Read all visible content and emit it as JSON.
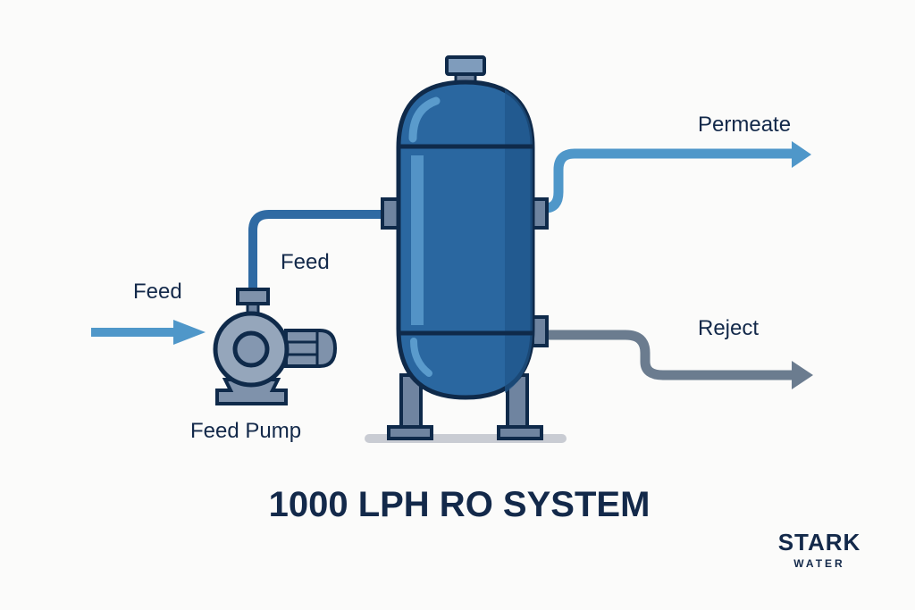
{
  "diagram": {
    "title": "1000 LPH RO SYSTEM",
    "labels": {
      "feed_inlet": "Feed",
      "feed_line": "Feed",
      "pump": "Feed Pump",
      "permeate": "Permeate",
      "reject": "Reject"
    },
    "brand": {
      "name": "STARK",
      "sub": "WATER"
    },
    "colors": {
      "outline": "#0f2a4a",
      "vessel": "#2a67a0",
      "vessel_shade": "#1f5589",
      "highlight": "#5a9bcc",
      "feed_arrow": "#4f97c9",
      "feed_pipe": "#2f6aa3",
      "permeate_pipe": "#4f97c9",
      "reject_pipe": "#6b7c8f",
      "pump_body": "#8a9bb0",
      "fitting": "#6f84a0",
      "text": "#13294a",
      "ground": "#c9ccd3"
    }
  }
}
